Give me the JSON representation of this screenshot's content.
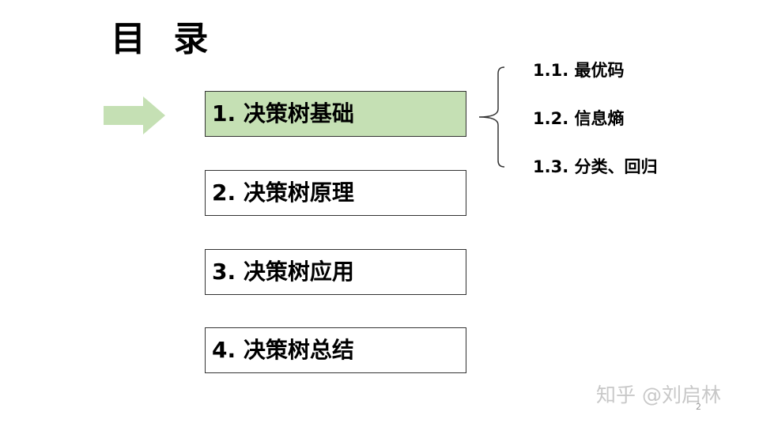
{
  "title": "目 录",
  "nav_arrow_icon": "right-arrow-icon",
  "accent_color": "#c5e0b4",
  "items": [
    {
      "label": "1. 决策树基础",
      "active": true
    },
    {
      "label": "2. 决策树原理",
      "active": false
    },
    {
      "label": "3. 决策树应用",
      "active": false
    },
    {
      "label": "4. 决策树总结",
      "active": false
    }
  ],
  "subitems": [
    {
      "label": "1.1. 最优码"
    },
    {
      "label": "1.2. 信息熵"
    },
    {
      "label": "1.3. 分类、回归"
    }
  ],
  "watermark": "知乎 @刘启林",
  "page_number": "2"
}
